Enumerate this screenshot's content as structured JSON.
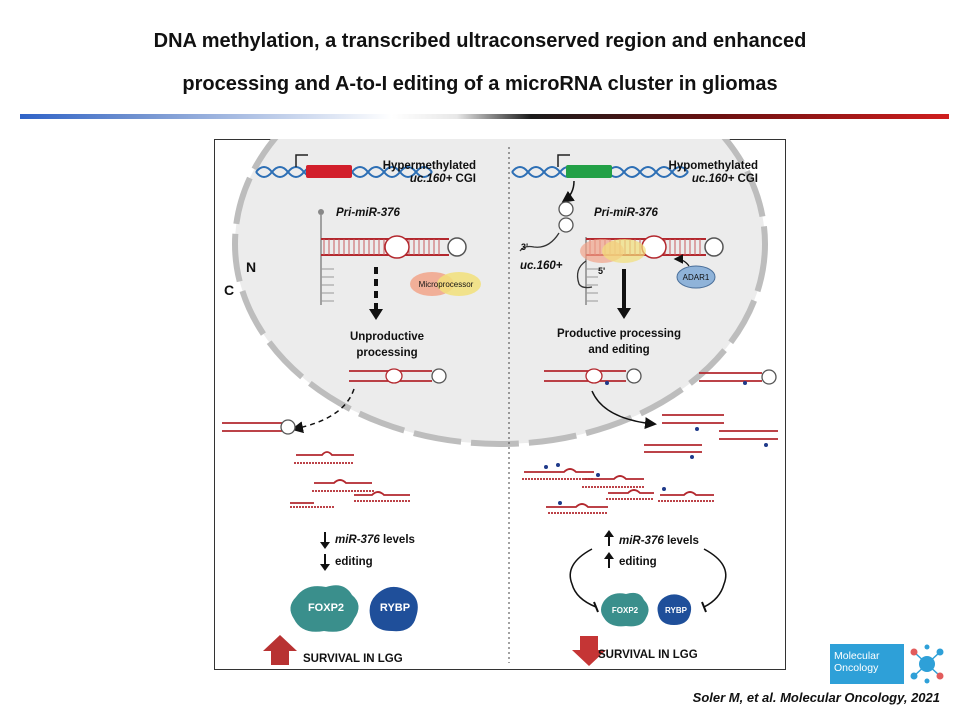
{
  "title_line1": "DNA methylation, a transcribed ultraconserved region and enhanced",
  "title_line2": "processing and A-to-I editing of a microRNA cluster in gliomas",
  "left": {
    "cgi_label_1": "Hypermethylated",
    "cgi_label_2": "uc.160+",
    "cgi_label_2b": " CGI",
    "pri_label": "Pri-miR-376",
    "n_label": "N",
    "c_label": "C",
    "microprocessor": "Microprocessor",
    "unproductive_1": "Unproductive",
    "unproductive_2": "processing",
    "levels_italic": "miR-376",
    "levels_rest": " levels",
    "editing": "editing",
    "foxp2": "FOXP2",
    "rybp": "RYBP",
    "survival": "SURVIVAL IN LGG"
  },
  "right": {
    "cgi_label_1": "Hypomethylated",
    "cgi_label_2": "uc.160+",
    "cgi_label_2b": " CGI",
    "pri_label": "Pri-miR-376",
    "uc_label": "uc.160+",
    "three_prime": "3'",
    "five_prime": "5'",
    "adar1": "ADAR1",
    "productive_1": "Productive processing",
    "productive_2": "and editing",
    "levels_italic": "miR-376",
    "levels_rest": " levels",
    "editing": "editing",
    "foxp2": "FOXP2",
    "rybp": "RYBP",
    "survival": "SURVIVAL IN LGG"
  },
  "citation": "Soler M, et al. Molecular Oncology, 2021",
  "logo": {
    "line1": "Molecular",
    "line2": "Oncology"
  },
  "colors": {
    "hypermethylated": "#d21f2b",
    "hypomethylated": "#22a046",
    "rna": "#b3282e",
    "foxp2": "#3a8f8c",
    "rybp": "#1f4f9a",
    "up_arrow": "#b83232",
    "brand": "#2ea0d8"
  }
}
